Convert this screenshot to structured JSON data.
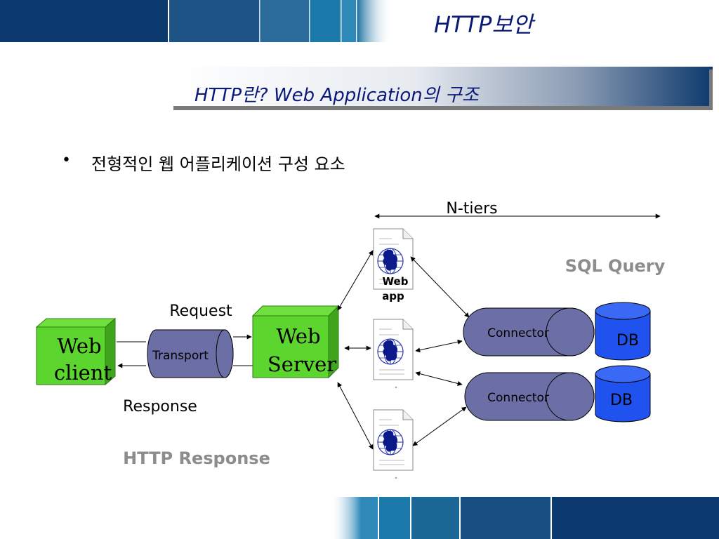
{
  "slide": {
    "title": "HTTP보안",
    "subtitle": "HTTP란?   Web Application의 구조",
    "bullet": "전형적인 웹 어플리케이션 구성 요소"
  },
  "diagram": {
    "web_client_line1": "Web",
    "web_client_line2": "client",
    "web_server_line1": "Web",
    "web_server_line2": "Server",
    "transport": "Transport",
    "request": "Request",
    "response": "Response",
    "http_response": "HTTP Response",
    "n_tiers": "N-tiers",
    "sql_query": "SQL Query",
    "web_app_line1": "Web",
    "web_app_line2": "app",
    "connector_1": "Connector",
    "connector_2": "Connector",
    "db_1": "DB",
    "db_2": "DB",
    "file_mark_2": "*",
    "file_mark_3": "*"
  },
  "colors": {
    "navy": "#0d3a6e",
    "title_blue": "#0b1a78",
    "cube_green": "#5cd62f",
    "cylinder_purple": "#6b6fa6",
    "db_blue": "#1f52ee",
    "gray_text": "#8c8c8c"
  }
}
